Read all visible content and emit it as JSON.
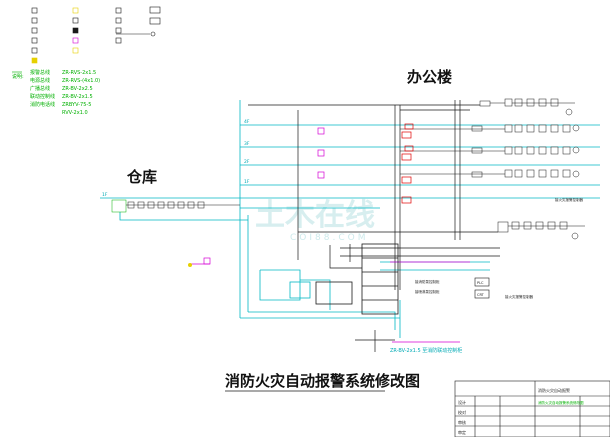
{
  "drawing": {
    "title": "消防火灾自动报警系统修改图",
    "office_label": "办公楼",
    "warehouse_label": "仓库"
  },
  "legend": {
    "items": [
      {
        "label": "报警总线",
        "cable": "ZR-RVS-2x1.5"
      },
      {
        "label": "电源总线",
        "cable": "ZR-RVS-(4x1.0)"
      },
      {
        "label": "广播总线",
        "cable": "ZR-BV-2x2.5"
      },
      {
        "label": "联动控制线",
        "cable": "ZR-BV-2x1.5"
      },
      {
        "label": "消防电话线",
        "cable": "ZRBYV-75-5"
      },
      {
        "label": "",
        "cable": "RVV-2x1.0"
      }
    ]
  },
  "floors": [
    {
      "label": "4F"
    },
    {
      "label": "3F"
    },
    {
      "label": "2F"
    },
    {
      "label": "1F"
    },
    {
      "label": "1F"
    }
  ],
  "annotations": {
    "trunk_note": "ZR-BV-2x1.5 至消防联动控制柜",
    "fire_pump_note": "接消防泵控制柜",
    "spray_pump_note": "接喷淋泵控制柜",
    "upper_right_note": "接火灾报警控制器",
    "lower_right_note": "接火灾报警控制器",
    "watermark_cn": "土木在线",
    "watermark_en": "COI88.COM"
  },
  "panels": {
    "right_box_1": "PLC",
    "right_box_2": "CRT"
  },
  "title_block": {
    "heading": "消防火灾自动报警",
    "rows": [
      "设计",
      "校对",
      "审核",
      "审定"
    ],
    "drawing_name": "消防火灾自动报警系统修改图"
  },
  "colors": {
    "line_dark": "#1a1a1a",
    "line_cyan": "#00b8c4",
    "line_magenta": "#d400d4",
    "device_red": "#e00000",
    "legend_green": "#00b000",
    "legend_yellow": "#e6d000"
  }
}
